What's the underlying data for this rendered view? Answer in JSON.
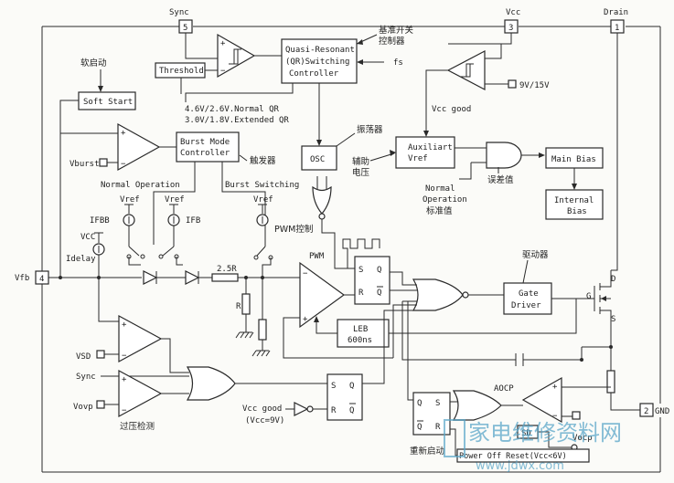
{
  "pins": {
    "sync": {
      "label": "Sync",
      "num": "5"
    },
    "vcc": {
      "label": "Vcc",
      "num": "3"
    },
    "drain": {
      "label": "Drain",
      "num": "1"
    },
    "vfb": {
      "label": "Vfb",
      "num": "4"
    },
    "gnd": {
      "label": "GND",
      "num": "2"
    }
  },
  "blocks": {
    "qr_line1": "Quasi-Resonant",
    "qr_line2": "(QR)Switching",
    "qr_line3": "Controller",
    "qr_cn1": "基准开关",
    "qr_cn2": "控制器",
    "threshold": "Threshold",
    "soft_start": "Soft Start",
    "burst_line1": "Burst Mode",
    "burst_line2": "Controller",
    "osc": "OSC",
    "aux_line1": "Auxiliart",
    "aux_line2": "Vref",
    "main_bias": "Main Bias",
    "internal_line1": "Internal",
    "internal_line2": "Bias",
    "gate_line1": "Gate",
    "gate_line2": "Driver",
    "leb_line1": "LEB",
    "leb_line2": "600ns",
    "sd": "SD",
    "power_off": "Power Off Reset(Vcc<6V)"
  },
  "labels": {
    "fs": "fs",
    "soft_start_cn": "软启动",
    "qr_mode_1": "4.6V/2.6V.Normal QR",
    "qr_mode_2": "3.0V/1.8V.Extended QR",
    "osc_cn": "振荡器",
    "trigger_cn": "触发器",
    "vburst": "Vburst",
    "normal_operation": "Normal Operation",
    "burst_switching": "Burst Switching",
    "vref1": "Vref",
    "vref2": "Vref",
    "vref3": "Vref",
    "ifbb": "IFBB",
    "ifb": "IFB",
    "vcc_src": "VCC",
    "idelay": "Idelay",
    "pwm_ctrl_cn": "PWM控制",
    "aux_cn1": "辅助",
    "aux_cn2": "电压",
    "normal_op_1": "Normal",
    "normal_op_2": "Operation",
    "standard_cn": "标准值",
    "error_cn": "误差值",
    "vcc_good": "Vcc good",
    "vcc_level": "9V/15V",
    "r_2_5": "2.5R",
    "r": "R",
    "pwm": "PWM",
    "driver_cn": "驱动器",
    "d": "D",
    "g": "G",
    "s": "S",
    "vsd": "VSD",
    "sync_in": "Sync",
    "vovp": "Vovp",
    "ovp_cn": "过压检测",
    "vcc_good2_1": "Vcc good",
    "vcc_good2_2": "(Vcc=9V)",
    "aocp": "AOCP",
    "vocp": "Vocp",
    "restart_cn": "重新启动",
    "sr_s1": "S",
    "sr_q1": "Q",
    "sr_r1": "R",
    "sr_qb1": "Q",
    "sr_s2": "S",
    "sr_q2": "Q",
    "sr_r2": "R",
    "sr_qb2": "Q",
    "sr_s3": "Q",
    "sr_q3": "S",
    "sr_r3": "Q",
    "sr_qb3": "R"
  },
  "watermark": {
    "text": "家电维修资料网",
    "url": "www.jdwx.com"
  }
}
